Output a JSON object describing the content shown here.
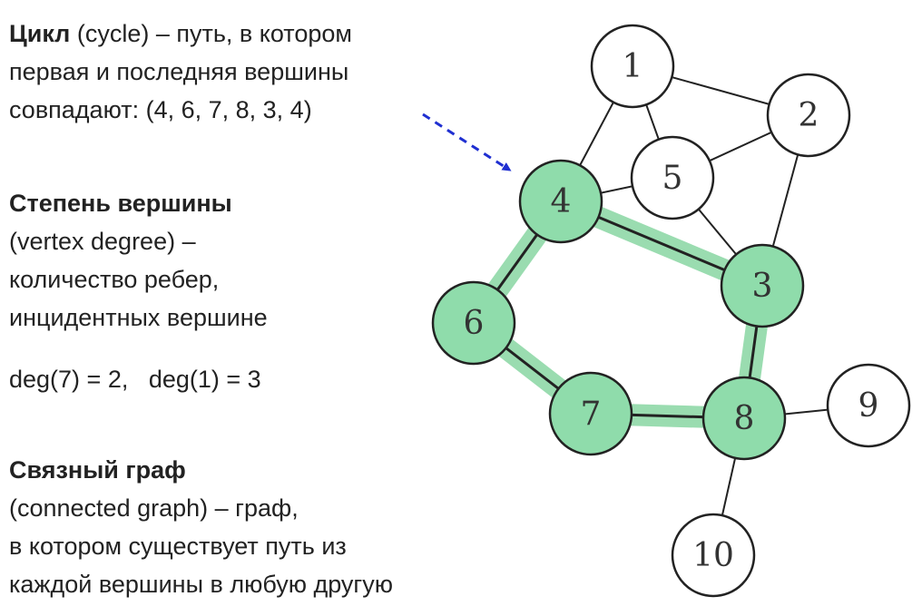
{
  "definitions": {
    "cycle": {
      "term": "Цикл",
      "line1_rest": " (cycle) – путь, в котором",
      "line2": "первая и последняя вершины",
      "line3": "совпадают: (4, 6, 7, 8, 3, 4)"
    },
    "degree": {
      "term": "Степень вершины",
      "line2": "(vertex degree) –",
      "line3": "количество ребер,",
      "line4": "инцидентных вершине",
      "examples": "deg(7) = 2,   deg(1) = 3"
    },
    "connected": {
      "term": "Связный граф",
      "line2": "(connected graph) – граф,",
      "line3": "в котором существует путь из",
      "line4": "каждой вершины в любую другую"
    }
  },
  "graph": {
    "colors": {
      "highlight_fill": "#8fdcab",
      "highlight_band": "#9adcb0",
      "plain_fill": "#ffffff",
      "stroke": "#222222",
      "arrow": "#1f2fd1"
    },
    "nodes": [
      {
        "id": "1",
        "label": "1",
        "highlighted": false
      },
      {
        "id": "2",
        "label": "2",
        "highlighted": false
      },
      {
        "id": "3",
        "label": "3",
        "highlighted": true
      },
      {
        "id": "4",
        "label": "4",
        "highlighted": true
      },
      {
        "id": "5",
        "label": "5",
        "highlighted": false
      },
      {
        "id": "6",
        "label": "6",
        "highlighted": true
      },
      {
        "id": "7",
        "label": "7",
        "highlighted": true
      },
      {
        "id": "8",
        "label": "8",
        "highlighted": true
      },
      {
        "id": "9",
        "label": "9",
        "highlighted": false
      },
      {
        "id": "10",
        "label": "10",
        "highlighted": false
      }
    ],
    "edges": [
      [
        "1",
        "2"
      ],
      [
        "1",
        "4"
      ],
      [
        "1",
        "5"
      ],
      [
        "2",
        "5"
      ],
      [
        "2",
        "3"
      ],
      [
        "4",
        "5"
      ],
      [
        "5",
        "3"
      ],
      [
        "4",
        "3"
      ],
      [
        "4",
        "6"
      ],
      [
        "6",
        "7"
      ],
      [
        "7",
        "8"
      ],
      [
        "8",
        "3"
      ],
      [
        "8",
        "9"
      ],
      [
        "8",
        "10"
      ]
    ],
    "cycle": [
      "4",
      "6",
      "7",
      "8",
      "3",
      "4"
    ]
  }
}
